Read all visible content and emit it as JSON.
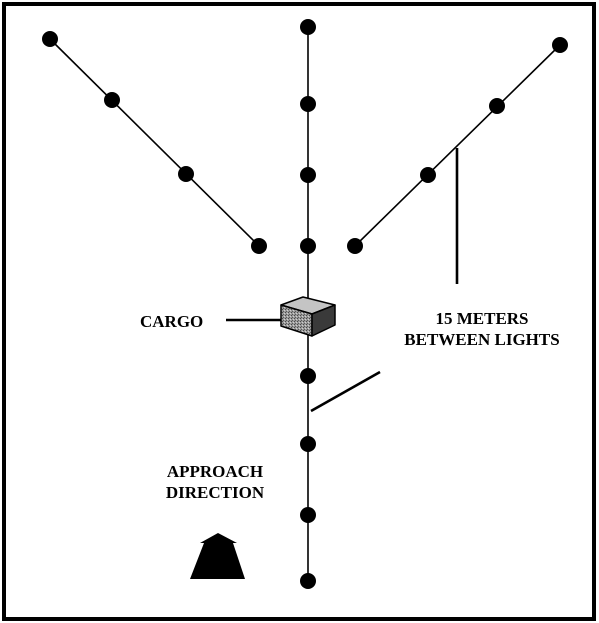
{
  "labels": {
    "cargo": "CARGO",
    "spacing_line1": "15 METERS",
    "spacing_line2": "BETWEEN LIGHTS",
    "approach_line1": "APPROACH",
    "approach_line2": "DIRECTION"
  },
  "colors": {
    "ink": "#000000",
    "background": "#ffffff",
    "cargo_fill": "#8a8a8a"
  },
  "icons": {
    "approach_arrow": "approach-arrow-icon",
    "cargo_box": "cargo-box-icon",
    "light": "light-dot-icon"
  }
}
